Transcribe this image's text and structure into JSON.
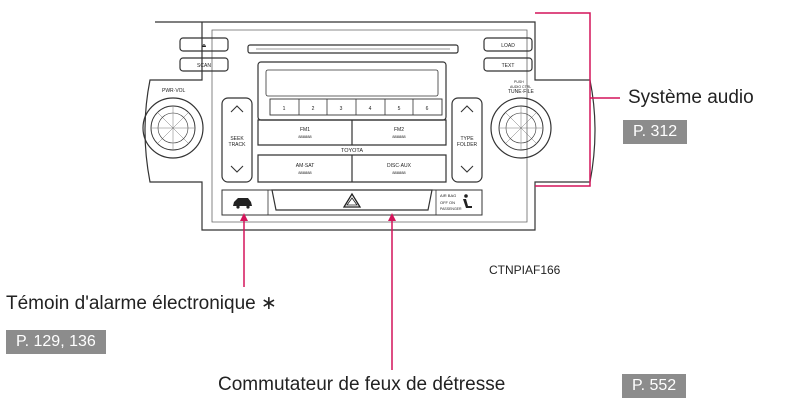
{
  "panel": {
    "eject_symbol": "⏏",
    "scan": "SCAN",
    "load": "LOAD",
    "text": "TEXT",
    "pwr_vol": "PWR·VOL",
    "push_audio_ctrl_line1": "PUSH",
    "push_audio_ctrl_line2": "AUDIO CTRL",
    "tune_file": "TUNE·FILE",
    "presets": [
      "1",
      "2",
      "3",
      "4",
      "5",
      "6"
    ],
    "seek_track_line1": "SEEK",
    "seek_track_line2": "TRACK",
    "type_folder_line1": "TYPE",
    "type_folder_line2": "FOLDER",
    "fm1": "FM1",
    "fm2": "FM2",
    "brand": "TOYOTA",
    "am_sat": "AM·SAT",
    "disc_aux": "DISC·AUX",
    "airbag_line1": "AIR BAG",
    "airbag_line2_off": "OFF",
    "airbag_line2_on": "ON",
    "airbag_line3": "PASSENGER",
    "dots": "888888"
  },
  "image_code": "CTNPIAF166",
  "callouts": {
    "audio": {
      "label": "Système audio",
      "ref": "P. 312"
    },
    "alarm": {
      "label": "Témoin d'alarme électronique ∗",
      "ref": "P. 129, 136"
    },
    "hazard": {
      "label": "Commutateur de feux de détresse",
      "ref": "P. 552"
    }
  },
  "colors": {
    "callout": "#d4145a",
    "ref_bg": "#8c8c8c",
    "line": "#333333"
  }
}
